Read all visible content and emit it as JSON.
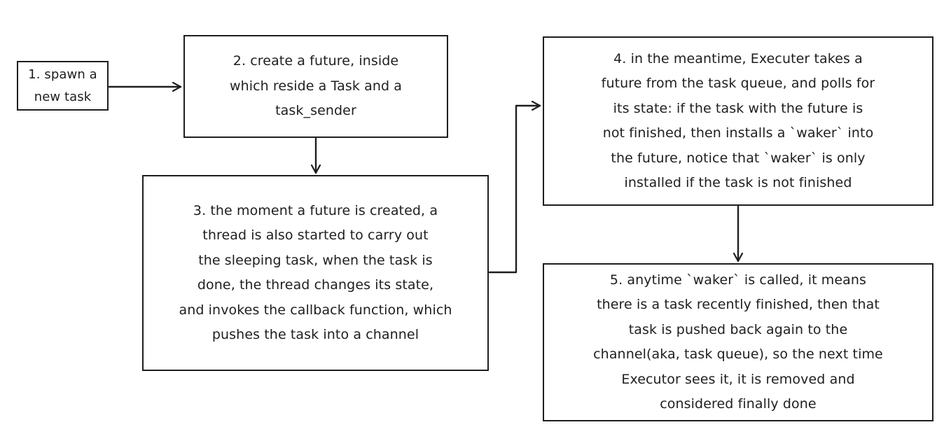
{
  "diagram": {
    "nodes": [
      {
        "id": "n1",
        "text": "1. spawn a\nnew task"
      },
      {
        "id": "n2",
        "text": "2. create a future, inside\nwhich reside a Task and a\ntask_sender"
      },
      {
        "id": "n3",
        "text": "3. the moment a future is created, a\nthread is also started to carry out\nthe sleeping task, when the task is\ndone, the thread changes its state,\nand invokes the callback function, which\npushes the task into a channel"
      },
      {
        "id": "n4",
        "text": "4. in the meantime, Executer takes a\nfuture from the task queue, and polls for\nits state: if the task with the future is\nnot finished, then installs a `waker` into\nthe future, notice that `waker` is only\ninstalled if the task is not finished"
      },
      {
        "id": "n5",
        "text": "5. anytime `waker` is called, it means\nthere is a task recently finished, then that\ntask is pushed back again to the\nchannel(aka, task queue), so the next time\nExecutor sees it, it is removed and\nconsidered finally done"
      }
    ],
    "edges": [
      {
        "from": "n1",
        "to": "n2"
      },
      {
        "from": "n2",
        "to": "n3"
      },
      {
        "from": "n3",
        "to": "n4"
      },
      {
        "from": "n4",
        "to": "n5"
      }
    ],
    "colors": {
      "stroke": "#1e1e1e",
      "background": "#ffffff"
    }
  }
}
